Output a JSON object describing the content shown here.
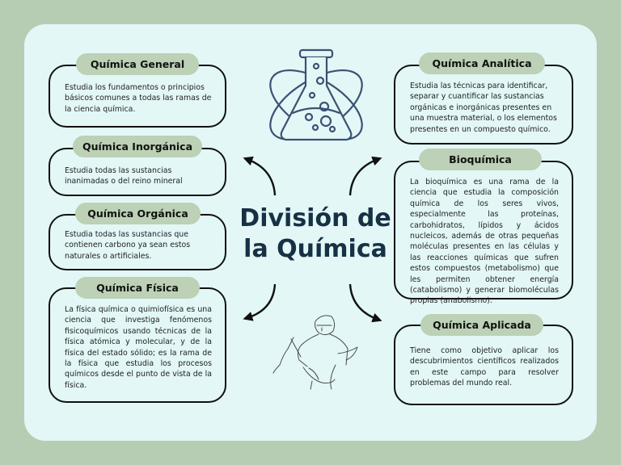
{
  "title_line1": "División de",
  "title_line2": "la Química",
  "colors": {
    "background": "#b6cdb3",
    "panel": "#e3f7f7",
    "pill": "#bcd1b5",
    "title": "#173144",
    "flask": "#3a5272"
  },
  "icons": [
    "flask-atom-icon",
    "scientist-drawing",
    "arrow-icon"
  ],
  "cards": {
    "general": {
      "label": "Química General",
      "text": "Estudia los fundamentos o principios básicos comunes a todas las ramas de la ciencia química."
    },
    "inorganica": {
      "label": "Química Inorgánica",
      "text": "Estudia todas las sustancias inanimadas o del reino mineral"
    },
    "organica": {
      "label": "Química Orgánica",
      "text": "Estudia todas las sustancias que contienen carbono ya sean estos naturales o artificiales."
    },
    "fisica": {
      "label": "Química Física",
      "text": "La física química o quimiofísica es una ciencia que investiga fenómenos fisicoquímicos usando técnicas de la física atómica y molecular, y de la física del estado sólido; es la rama de la física que estudia los procesos químicos desde el punto de vista de la física."
    },
    "analitica": {
      "label": "Química Analítica",
      "text": "Estudia las técnicas para identificar, separar y cuantificar las sustancias orgánicas e inorgánicas presentes en una muestra material, o los elementos presentes en un compuesto químico."
    },
    "bioquimica": {
      "label": "Bioquímica",
      "text": "La bioquímica es una rama de la ciencia que estudia la composición química de los seres vivos, especialmente las proteínas, carbohidratos, lípidos y ácidos nucleicos, además de otras pequeñas moléculas presentes en las células y las reacciones químicas que sufren estos compuestos (metabolismo) que les permiten obtener energía (catabolismo) y generar biomoléculas propias (anabolismo)."
    },
    "aplicada": {
      "label": "Química Aplicada",
      "text": "Tiene como objetivo aplicar los descubrimientos científicos realizados en este campo para resolver problemas del mundo real."
    }
  }
}
